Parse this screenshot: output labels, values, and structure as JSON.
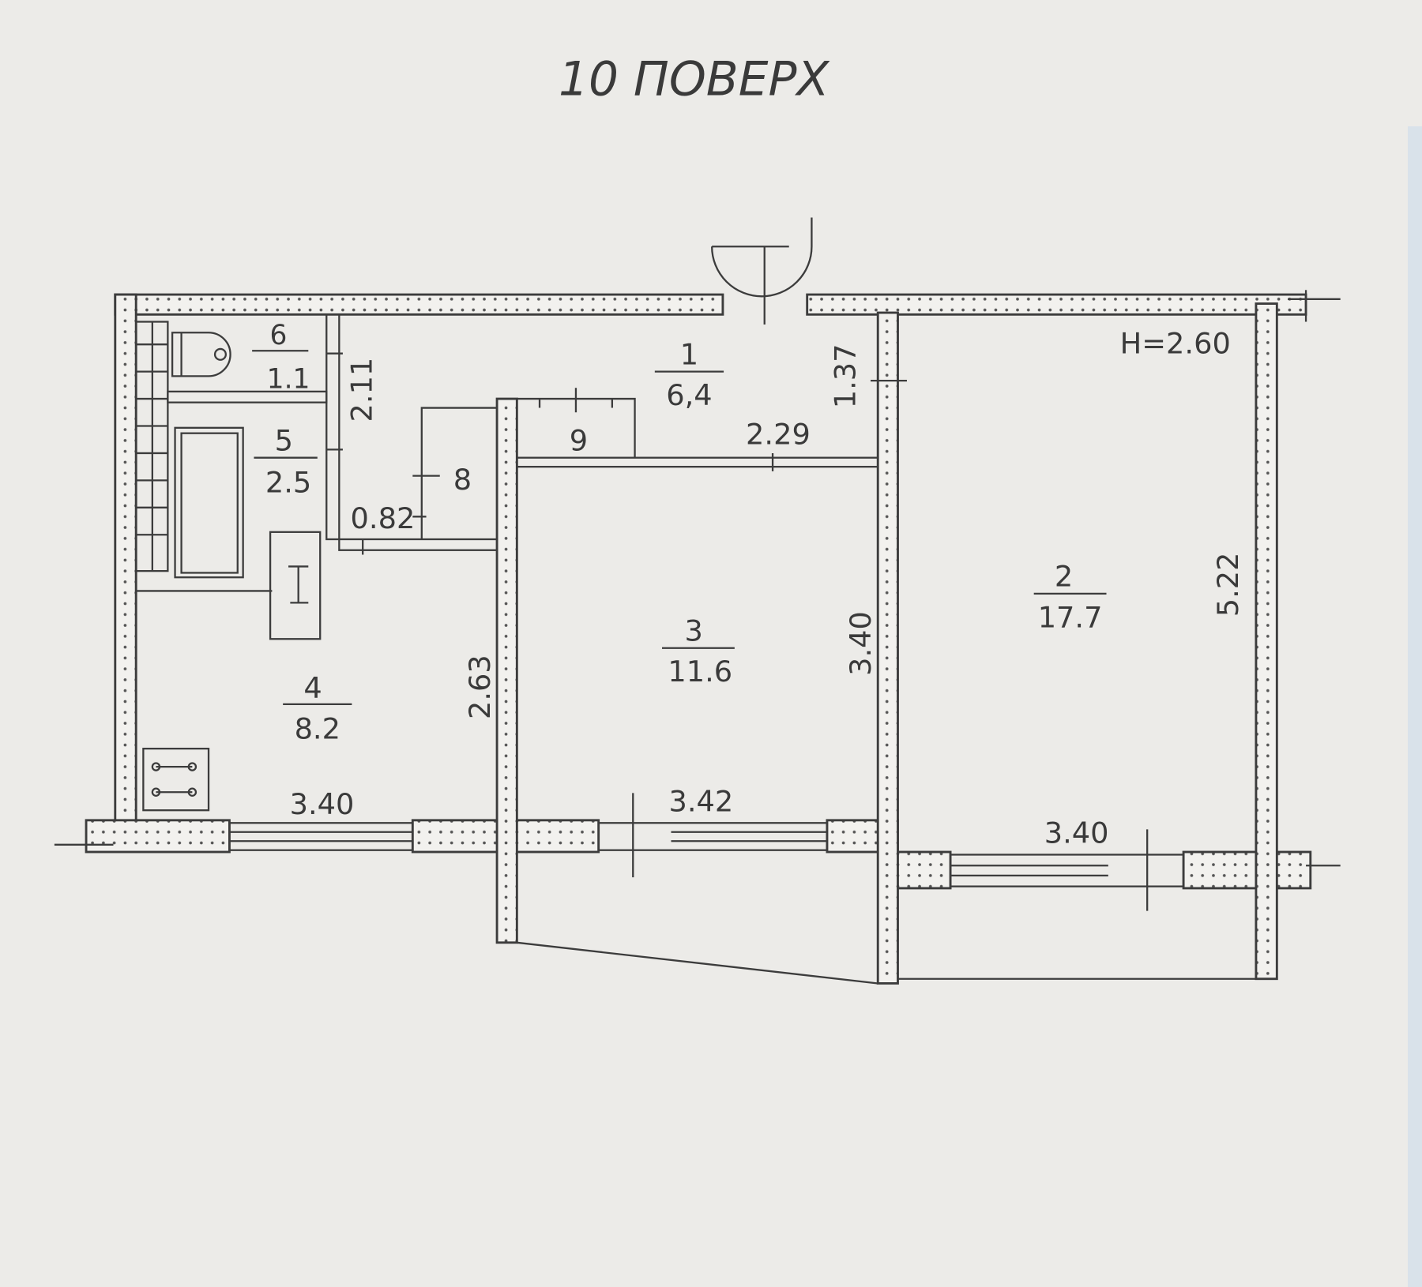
{
  "title": "10 ПОВЕРХ",
  "ceiling_height": "H=2.60",
  "rooms": [
    {
      "number": "1",
      "area": "6,4"
    },
    {
      "number": "2",
      "area": "17.7"
    },
    {
      "number": "3",
      "area": "11.6"
    },
    {
      "number": "4",
      "area": "8.2"
    },
    {
      "number": "5",
      "area": "2.5"
    },
    {
      "number": "6",
      "area": "1.1"
    },
    {
      "number": "8",
      "area": ""
    },
    {
      "number": "9",
      "area": ""
    }
  ],
  "dimensions": {
    "bath_height": "2.11",
    "hall_width": "0.82",
    "corridor": "2.29",
    "entry": "1.37",
    "kitchen_depth": "2.63",
    "room3_depth": "3.40",
    "room2_depth": "5.22",
    "kitchen_width": "3.40",
    "room3_width": "3.42",
    "room2_width": "3.40"
  },
  "colors": {
    "paper": "#ecebe8",
    "ink": "#3c3c3c"
  }
}
